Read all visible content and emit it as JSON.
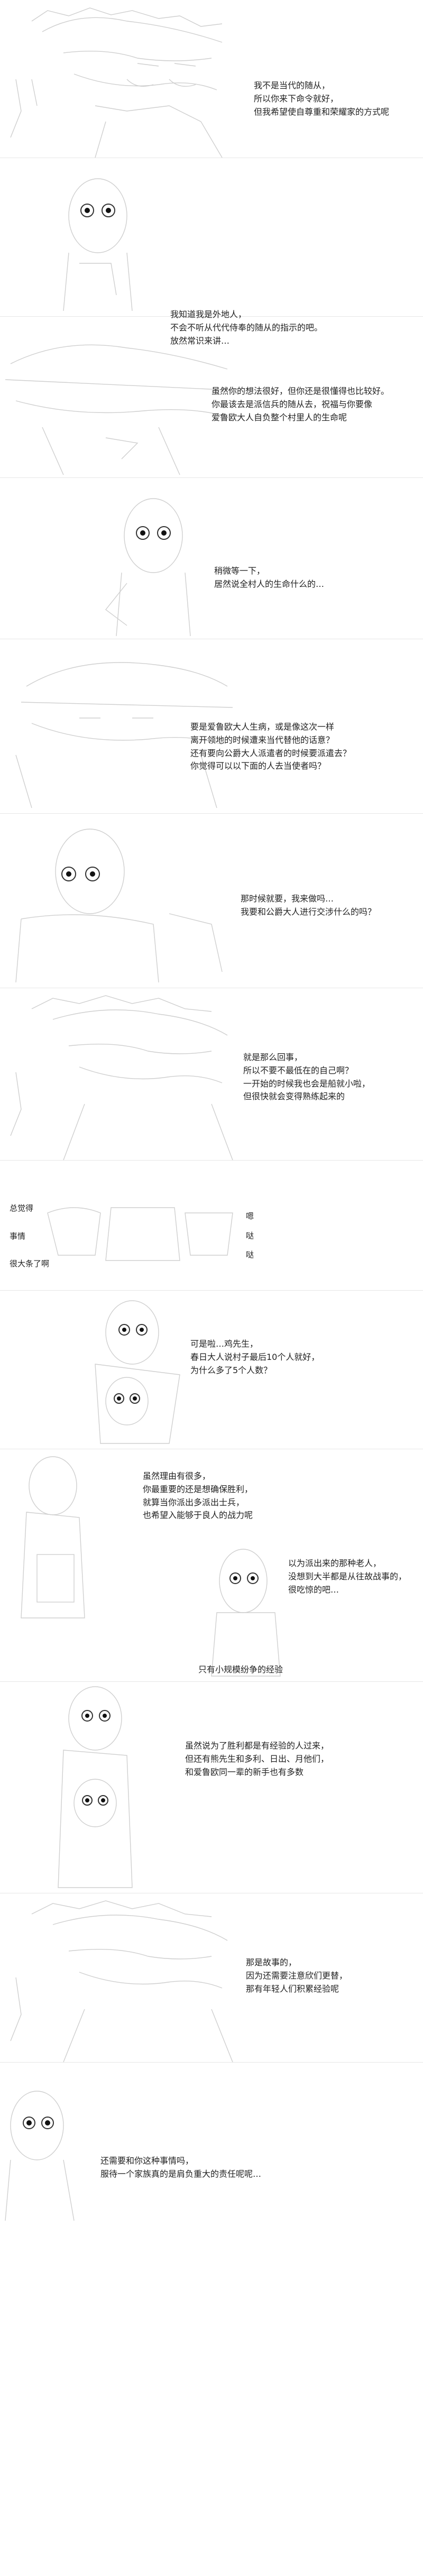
{
  "panels": [
    {
      "id": "p1",
      "lines": [
        "我不是当代的随从，",
        "所以你来下命令就好，",
        "但我希望使自尊重和荣耀家的方式呢"
      ]
    },
    {
      "id": "p2",
      "lines": [
        "我知道我是外地人，",
        "不会不听从代代侍奉的随从的指示的吧。",
        "放然常识来讲…"
      ]
    },
    {
      "id": "p3",
      "lines": [
        "虽然你的想法很好，但你还是很懂得也比较好。",
        "你最该去是派信兵的随从去，祝福与你要像",
        "爱鲁欧大人自负整个村里人的生命呢"
      ]
    },
    {
      "id": "p4",
      "lines": [
        "稍微等一下，",
        "居然说全村人的生命什么的…"
      ]
    },
    {
      "id": "p5",
      "lines": [
        "要是爱鲁欧大人生病，或是像这次一样",
        "离开领地的时候遭来当代替他的话意？",
        "还有要向公爵大人派遣者的时候要派遣去？",
        "你觉得可以以下面的人去当使者吗？"
      ]
    },
    {
      "id": "p6",
      "lines": [
        "那时候就要，我来做吗…",
        "我要和公爵大人进行交涉什么的吗？"
      ]
    },
    {
      "id": "p7",
      "lines": [
        "就是那么回事，",
        "所以不要不最低在的自己啊？",
        "一开始的时候我也会是船就小啦，",
        "但很快就会变得熟练起来的"
      ]
    },
    {
      "id": "p8",
      "left": [
        "总觉得",
        "事情",
        "很大条了啊"
      ],
      "right": [
        "嗯",
        "哒",
        "哒"
      ]
    },
    {
      "id": "p9",
      "lines": [
        "可是啦…鸡先生，",
        "春日大人说村子最后10个人就好，",
        "为什么多了5个人数？"
      ]
    },
    {
      "id": "p10",
      "lines": [
        "虽然理由有很多，",
        "你最重要的还是想确保胜利，",
        "就算当你派出多派出士兵，",
        "也希望入能够于良人的战力呢"
      ]
    },
    {
      "id": "p11",
      "lines": [
        "以为派出来的那种老人，",
        "没想到大半都是从往故战事的，",
        "很吃惊的吧…"
      ],
      "extra": "只有小规模纷争的经验"
    },
    {
      "id": "p12",
      "lines": [
        "虽然说为了胜利都是有经验的人过来，",
        "但还有熊先生和多利、日出、月他们，",
        "和爱鲁欧同一辈的新手也有多数"
      ]
    },
    {
      "id": "p13",
      "lines": [
        "那是故事的，",
        "因为还需要注意欣们更替，",
        "那有年轻人们积累经验呢"
      ]
    },
    {
      "id": "p14",
      "lines": [
        "还需要和你这种事情吗，",
        "服待一个家族真的是肩负重大的责任呢呢…"
      ]
    }
  ]
}
